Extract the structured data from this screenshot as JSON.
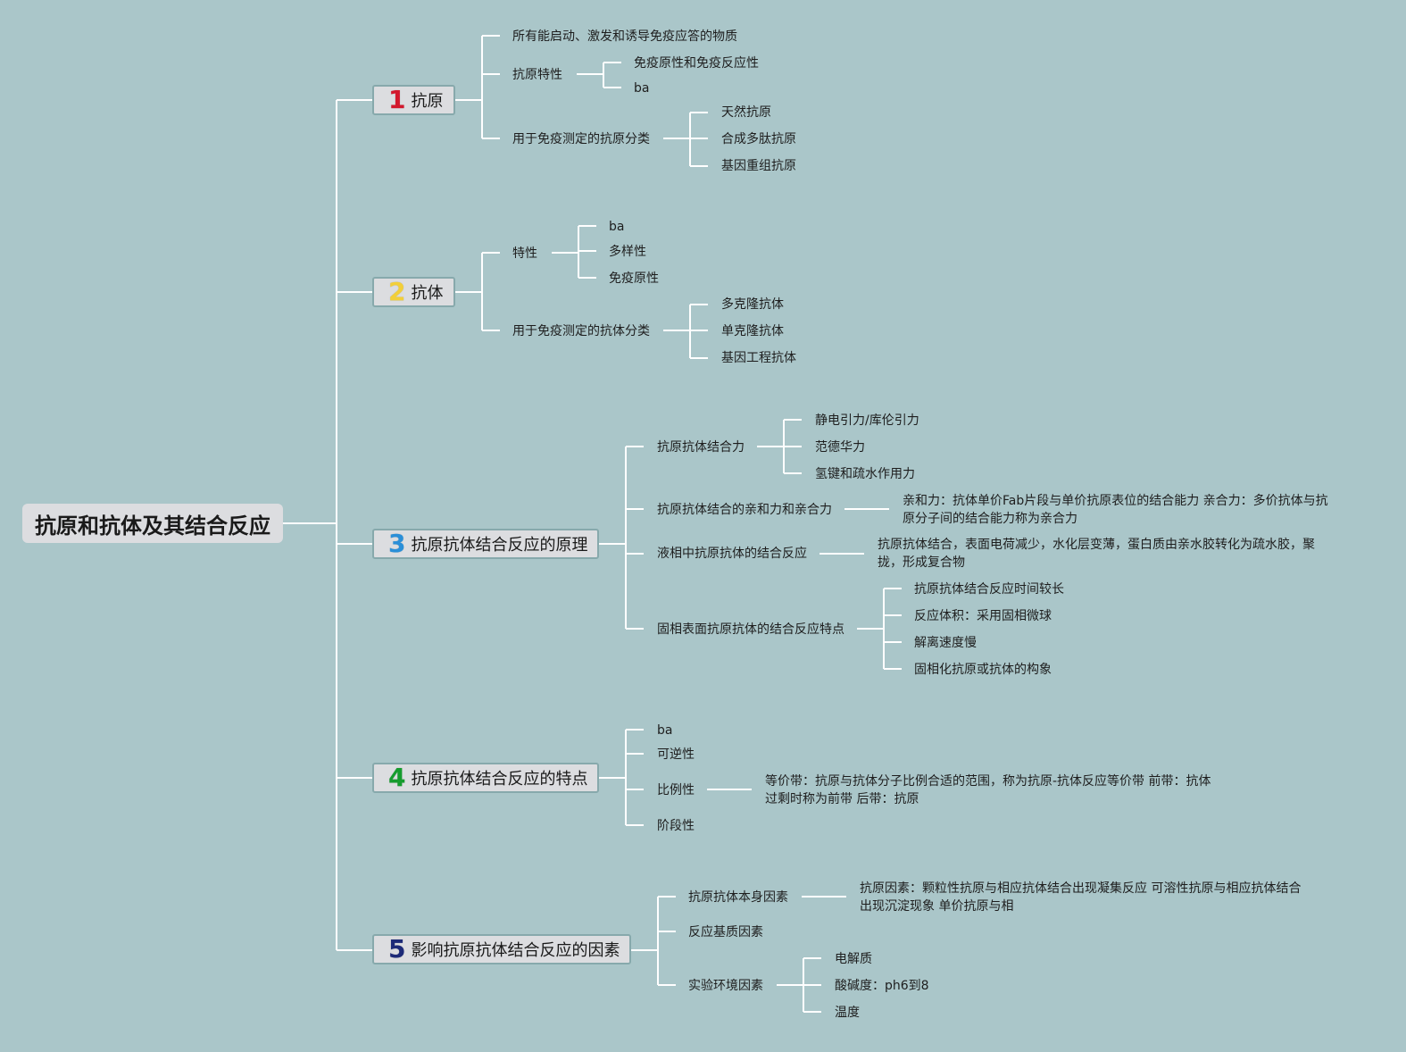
{
  "root": {
    "title": "抗原和抗体及其结合反应"
  },
  "branches": [
    {
      "number": "1",
      "number_color": "#d3182d",
      "label": "抗原",
      "children": [
        {
          "label": "所有能启动、激发和诱导免疫应答的物质"
        },
        {
          "label": "抗原特性",
          "children": [
            "免疫原性和免疫反应性",
            "ba"
          ]
        },
        {
          "label": "用于免疫测定的抗原分类",
          "children": [
            "天然抗原",
            "合成多肽抗原",
            "基因重组抗原"
          ]
        }
      ]
    },
    {
      "number": "2",
      "number_color": "#f2cf3a",
      "label": "抗体",
      "children": [
        {
          "label": "特性",
          "children": [
            "ba",
            "多样性",
            "免疫原性"
          ]
        },
        {
          "label": "用于免疫测定的抗体分类",
          "children": [
            "多克隆抗体",
            "单克隆抗体",
            "基因工程抗体"
          ]
        }
      ]
    },
    {
      "number": "3",
      "number_color": "#2a8fd8",
      "label": "抗原抗体结合反应的原理",
      "children": [
        {
          "label": "抗原抗体结合力",
          "children": [
            "静电引力/库伦引力",
            "范德华力",
            "氢键和疏水作用力"
          ]
        },
        {
          "label": "抗原抗体结合的亲和力和亲合力",
          "note": "亲和力：抗体单价Fab片段与单价抗原表位的结合能力 亲合力：多价抗体与抗原分子间的结合能力称为亲合力"
        },
        {
          "label": "液相中抗原抗体的结合反应",
          "note": "抗原抗体结合，表面电荷减少，水化层变薄，蛋白质由亲水胶转化为疏水胶，聚拢，形成复合物"
        },
        {
          "label": "固相表面抗原抗体的结合反应特点",
          "children": [
            "抗原抗体结合反应时间较长",
            "反应体积：采用固相微球",
            "解离速度慢",
            "固相化抗原或抗体的构象"
          ]
        }
      ]
    },
    {
      "number": "4",
      "number_color": "#169c2e",
      "label": "抗原抗体结合反应的特点",
      "children": [
        {
          "label": "ba"
        },
        {
          "label": "可逆性"
        },
        {
          "label": "比例性",
          "note": "等价带：抗原与抗体分子比例合适的范围，称为抗原-抗体反应等价带 前带：抗体过剩时称为前带 后带：抗原"
        },
        {
          "label": "阶段性"
        }
      ]
    },
    {
      "number": "5",
      "number_color": "#1d2a78",
      "label": "影响抗原抗体结合反应的因素",
      "children": [
        {
          "label": "抗原抗体本身因素",
          "note": "抗原因素：颗粒性抗原与相应抗体结合出现凝集反应 可溶性抗原与相应抗体结合出现沉淀现象 单价抗原与相"
        },
        {
          "label": "反应基质因素"
        },
        {
          "label": "实验环境因素",
          "children": [
            "电解质",
            "酸碱度：ph6到8",
            "温度"
          ]
        }
      ]
    }
  ],
  "colors": {
    "background": "#aac6c9",
    "line": "#ffffff",
    "node_fill": "#dcdde0",
    "node_border": "#87a9ac"
  }
}
